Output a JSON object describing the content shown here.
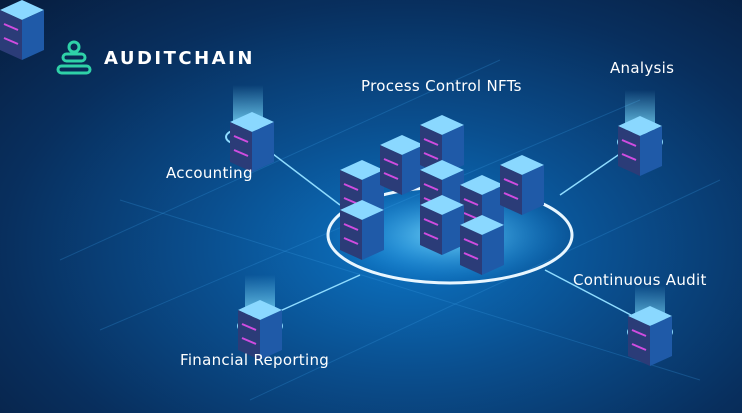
{
  "brand": {
    "name": "AUDITCHAIN",
    "accent": "#2fd1a8"
  },
  "center": {
    "label": "Process Control NFTs"
  },
  "nodes": {
    "accounting": "Accounting",
    "analysis": "Analysis",
    "continuous_audit": "Continuous Audit",
    "financial_reporting": "Financial Reporting"
  },
  "colors": {
    "glow": "#5fd0ff",
    "server_accent": "#d04ce0"
  }
}
